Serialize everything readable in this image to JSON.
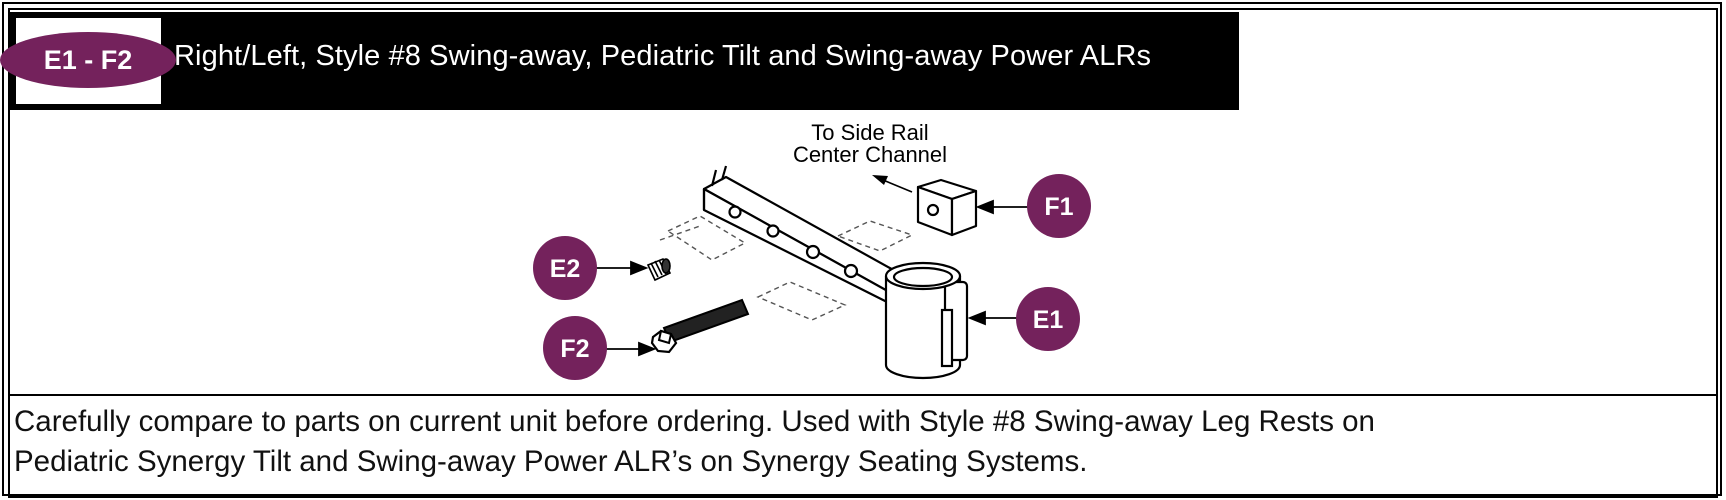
{
  "header": {
    "badge": "E1 - F2",
    "title": "Right/Left, Style #8 Swing-away, Pediatric Tilt and Swing-away Power ALRs"
  },
  "diagram": {
    "note_line1": "To Side Rail",
    "note_line2": "Center Channel",
    "callouts": {
      "f1": "F1",
      "e2": "E2",
      "e1": "E1",
      "f2": "F2"
    },
    "callout_color": "#74225c"
  },
  "caption": {
    "line1": "Carefully compare to parts on current unit before ordering. Used with Style #8 Swing-away Leg Rests on",
    "line2": "Pediatric Synergy Tilt and Swing-away Power ALR’s on Synergy Seating Systems."
  }
}
